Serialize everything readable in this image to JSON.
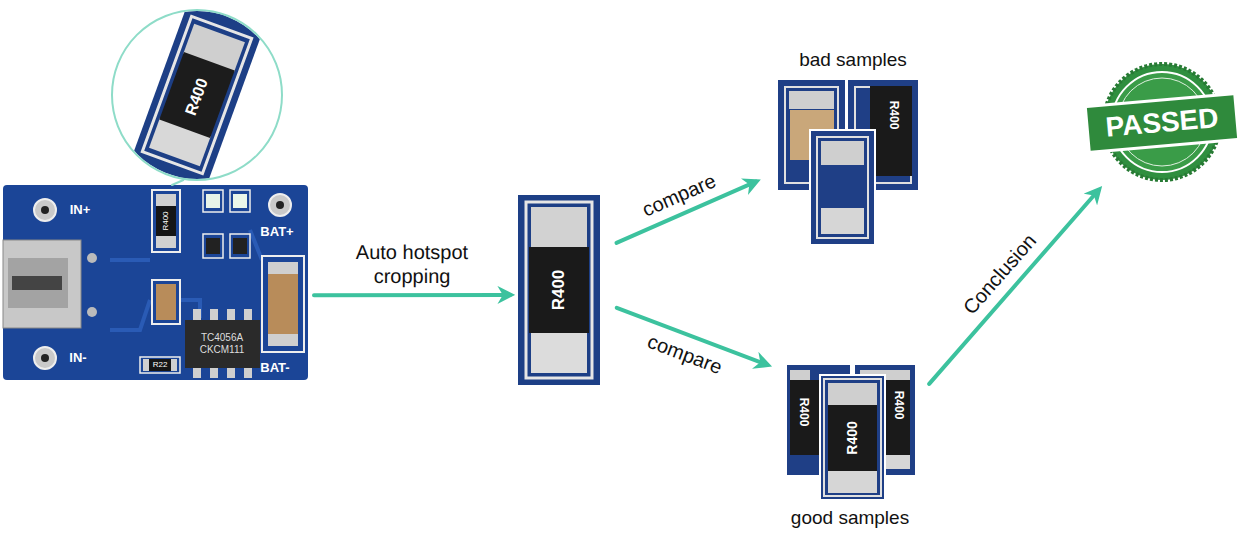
{
  "diagram": {
    "nodes": [
      {
        "text": [
          "R400"
        ]
      },
      {
        "text": [
          "IN+",
          "R400",
          "BAT+",
          "IN-",
          "TC4056A CKCM111",
          "R22",
          "BAT-"
        ]
      },
      {
        "text": [
          "R400"
        ]
      },
      {
        "text": [
          "bad samples",
          "R400"
        ]
      },
      {
        "text": [
          "R400",
          "R400",
          "R400",
          "good samples"
        ]
      },
      {
        "text": [
          "PASSED"
        ]
      }
    ],
    "edges": [
      {
        "from": 0,
        "to": 1,
        "arrow": "none"
      },
      {
        "from": 1,
        "to": 2,
        "label": "Auto hotspot cropping",
        "arrow": "to"
      },
      {
        "from": 2,
        "to": 3,
        "label": "compare",
        "arrow": "to"
      },
      {
        "from": 2,
        "to": 4,
        "label": "compare",
        "arrow": "to"
      },
      {
        "from": 4,
        "to": 5,
        "label": "Conclusion",
        "arrow": "to"
      }
    ]
  }
}
